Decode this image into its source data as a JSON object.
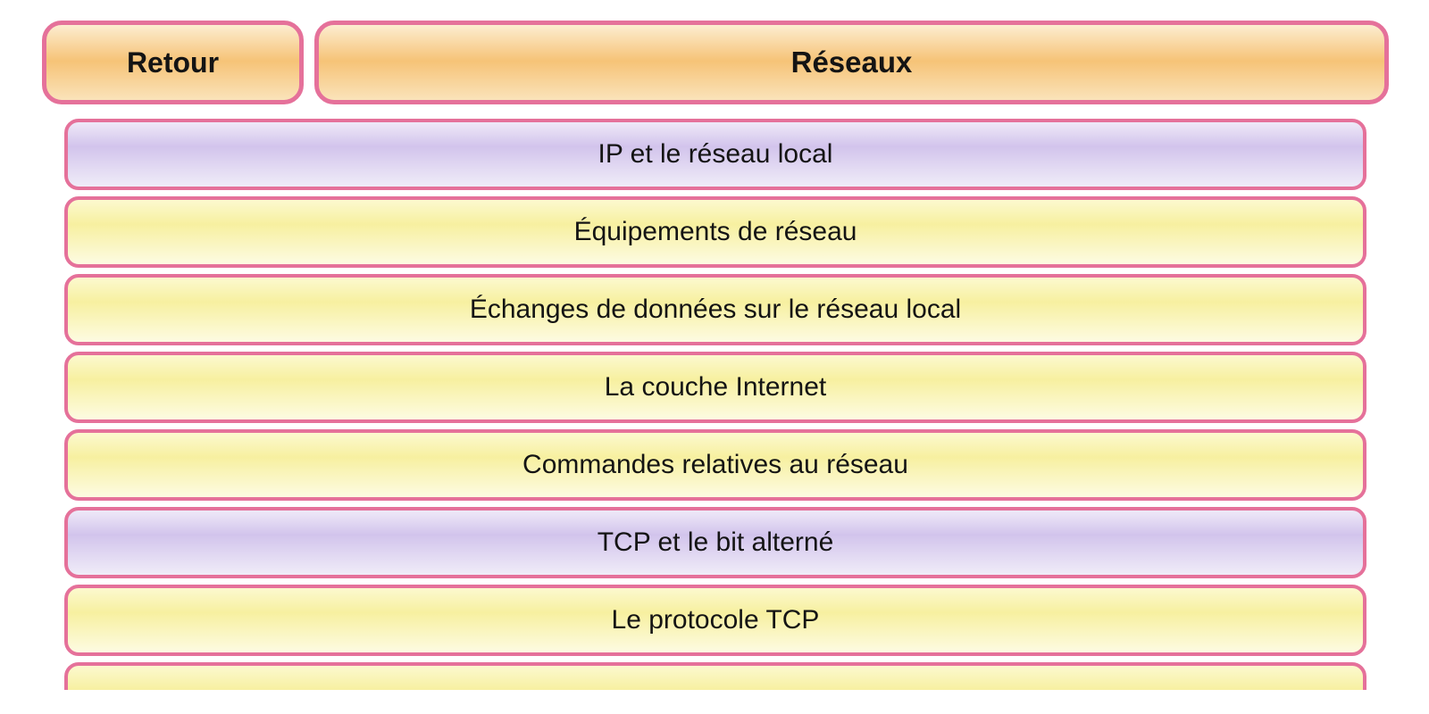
{
  "header": {
    "back_label": "Retour",
    "title": "Réseaux"
  },
  "menu": {
    "items": [
      {
        "label": "IP et le réseau local",
        "variant": "purple"
      },
      {
        "label": "Équipements de réseau",
        "variant": "yellow"
      },
      {
        "label": "Échanges de données sur le réseau local",
        "variant": "yellow"
      },
      {
        "label": "La couche Internet",
        "variant": "yellow"
      },
      {
        "label": "Commandes relatives au réseau",
        "variant": "yellow"
      },
      {
        "label": "TCP et le bit alterné",
        "variant": "purple"
      },
      {
        "label": "Le protocole TCP",
        "variant": "yellow"
      },
      {
        "label": "",
        "variant": "yellow"
      }
    ]
  },
  "colors": {
    "border_pink": "#E5719A",
    "text": "#141414",
    "orange_top": "#FCEDD0",
    "orange_mid": "#F6C377",
    "orange_bottom": "#FAE3BA",
    "yellow_top": "#FCF9CF",
    "yellow_mid": "#F7F0A0",
    "yellow_bottom": "#FDFBE2",
    "purple_top": "#EFE9F8",
    "purple_mid": "#D2C4EC",
    "purple_bottom": "#F0ECF8"
  }
}
